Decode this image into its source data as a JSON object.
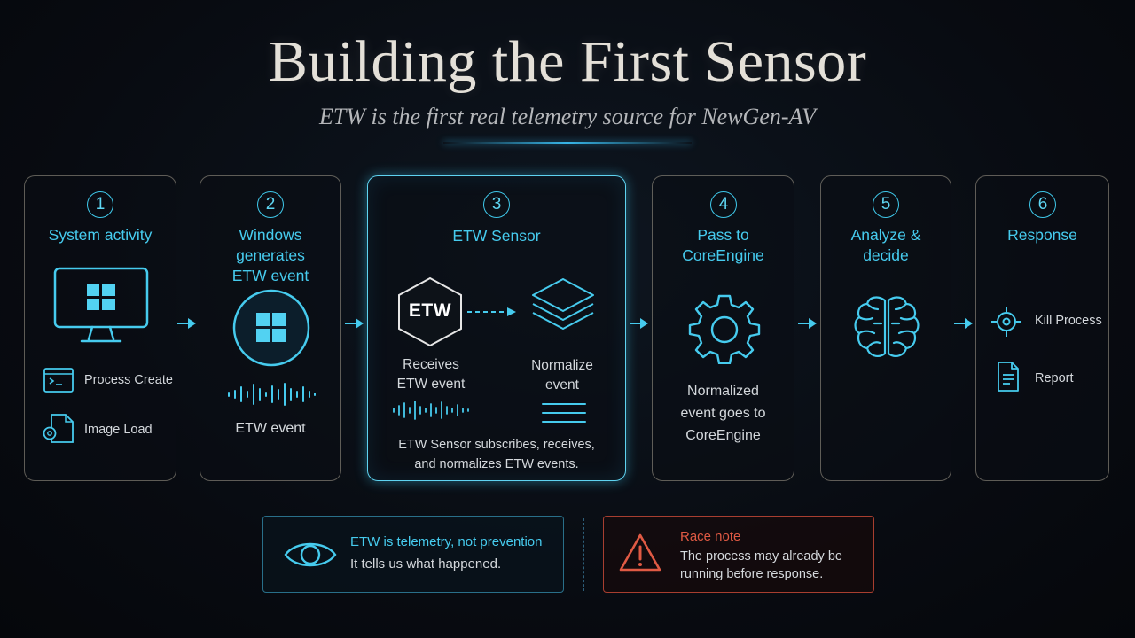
{
  "header": {
    "title": "Building the First Sensor",
    "subtitle": "ETW is the first real telemetry source for NewGen-AV"
  },
  "steps": [
    {
      "number": "1",
      "title": "System activity",
      "items": [
        {
          "icon": "terminal-window-icon",
          "label": "Process Create"
        },
        {
          "icon": "file-gear-icon",
          "label": "Image Load"
        }
      ]
    },
    {
      "number": "2",
      "title_lines": [
        "Windows",
        "generates",
        "ETW event"
      ],
      "caption": "ETW event"
    },
    {
      "number": "3",
      "title": "ETW Sensor",
      "badge": "ETW",
      "left_caption": [
        "Receives",
        "ETW event"
      ],
      "right_caption": [
        "Normalize",
        "event"
      ],
      "description": [
        "ETW Sensor subscribes, receives,",
        "and normalizes ETW events."
      ]
    },
    {
      "number": "4",
      "title_lines": [
        "Pass to",
        "CoreEngine"
      ],
      "caption_lines": [
        "Normalized",
        "event goes to",
        "CoreEngine"
      ]
    },
    {
      "number": "5",
      "title_lines": [
        "Analyze &",
        "decide"
      ]
    },
    {
      "number": "6",
      "title": "Response",
      "items": [
        {
          "icon": "crosshair-icon",
          "label": "Kill Process"
        },
        {
          "icon": "report-document-icon",
          "label": "Report"
        }
      ]
    }
  ],
  "notes": {
    "info": {
      "title": "ETW is telemetry, not prevention",
      "body": "It tells us what happened."
    },
    "warning": {
      "title": "Race note",
      "body_lines": [
        "The process may already be",
        "running before response."
      ]
    }
  },
  "colors": {
    "accent": "#46cbee",
    "warning": "#e05a44",
    "background": "#080c12"
  }
}
